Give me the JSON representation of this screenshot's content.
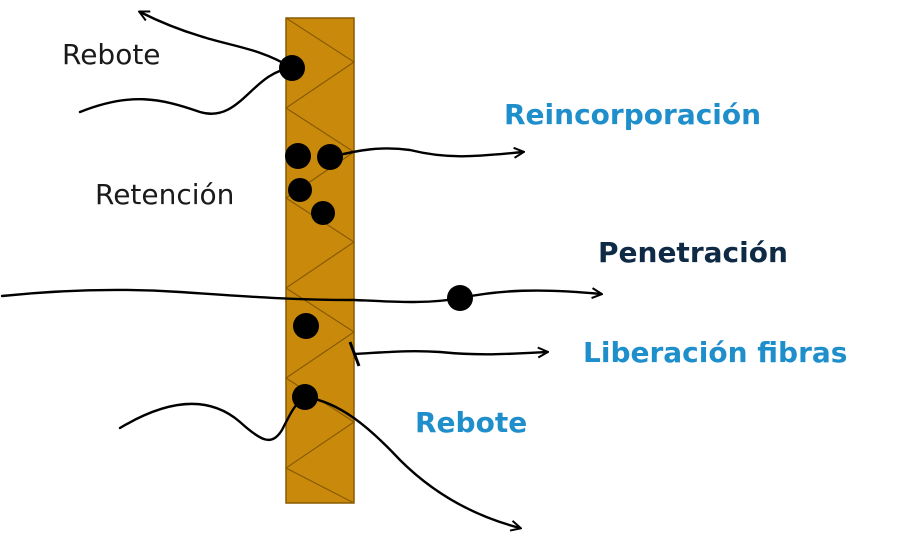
{
  "labels": {
    "rebote_top": "Rebote",
    "reincorporacion": "Reincorporación",
    "retencion": "Retención",
    "penetracion": "Penetración",
    "liberacion_fibras": "Liberación fibras",
    "rebote_bottom": "Rebote"
  },
  "colors": {
    "filter": "#c98a0c",
    "filter_line": "#8a5a00",
    "blue_label": "#1f8fcc",
    "navy_label": "#0f2a44",
    "dark_label": "#1a1a1a",
    "particle": "#000000"
  }
}
